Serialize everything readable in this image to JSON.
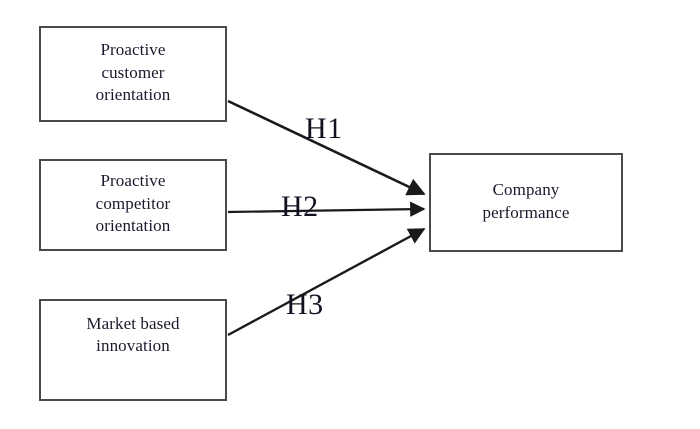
{
  "diagram": {
    "type": "conceptual-research-model",
    "background_color": "#ffffff",
    "box_border_color": "#4a4a4a",
    "text_color": "#1a1a2e",
    "arrow_color": "#1a1a1a",
    "nodes": [
      {
        "id": "customer",
        "label": "Proactive\ncustomer\norientation",
        "role": "independent-variable"
      },
      {
        "id": "competitor",
        "label": "Proactive\ncompetitor\norientation",
        "role": "independent-variable"
      },
      {
        "id": "innovation",
        "label": "Market based\ninnovation",
        "role": "independent-variable"
      },
      {
        "id": "performance",
        "label": "Company\nperformance",
        "role": "dependent-variable"
      }
    ],
    "hypotheses": [
      {
        "id": "H1",
        "label": "H1",
        "from": "customer",
        "to": "performance"
      },
      {
        "id": "H2",
        "label": "H2",
        "from": "competitor",
        "to": "performance"
      },
      {
        "id": "H3",
        "label": "H3",
        "from": "innovation",
        "to": "performance"
      }
    ]
  }
}
